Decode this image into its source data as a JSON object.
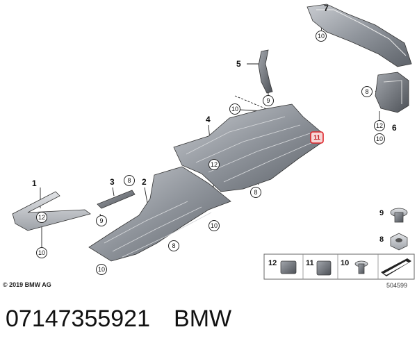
{
  "diagram": {
    "part_numbers": {
      "p1": "1",
      "p2": "2",
      "p3": "3",
      "p4": "4",
      "p5": "5",
      "p6": "6",
      "p7": "7"
    },
    "callouts": {
      "c8": "8",
      "c9": "9",
      "c10": "10",
      "c11": "11",
      "c12": "12"
    },
    "highlight_color": "#e0262b",
    "copyright": "© 2019 BMW AG",
    "drawing_number": "504599"
  },
  "caption": {
    "part_number": "07147355921",
    "brand": "BMW"
  }
}
